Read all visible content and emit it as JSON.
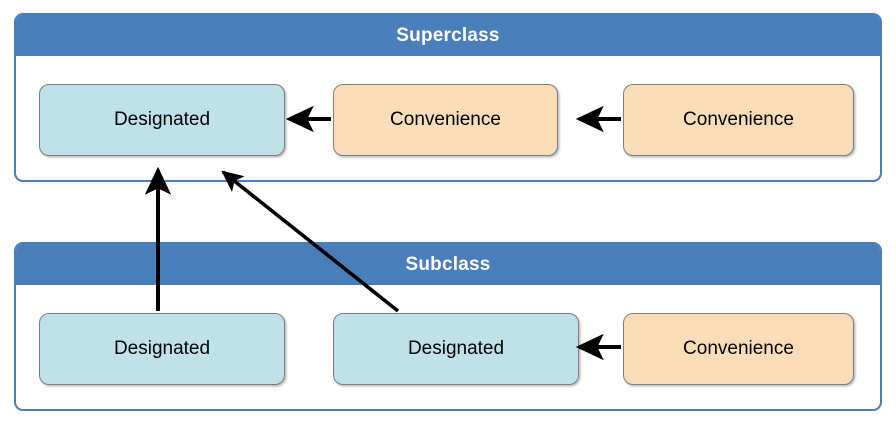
{
  "diagram": {
    "title_visible": false,
    "background_color": "#ffffff",
    "panel_border_color": "#4a7ebb",
    "header_fill_color": "#4a7ebb",
    "header_text_color": "#ffffff",
    "designated_fill_color": "#bfe1ea",
    "convenience_fill_color": "#fadcb9",
    "box_border_color": "#7f7f7f",
    "arrow_color": "#000000",
    "panels": [
      {
        "id": "superclass",
        "header": "Superclass",
        "boxes": [
          {
            "id": "sc-designated",
            "label": "Designated",
            "kind": "designated"
          },
          {
            "id": "sc-convenience-1",
            "label": "Convenience",
            "kind": "convenience"
          },
          {
            "id": "sc-convenience-2",
            "label": "Convenience",
            "kind": "convenience"
          }
        ]
      },
      {
        "id": "subclass",
        "header": "Subclass",
        "boxes": [
          {
            "id": "sb-designated-1",
            "label": "Designated",
            "kind": "designated"
          },
          {
            "id": "sb-designated-2",
            "label": "Designated",
            "kind": "designated"
          },
          {
            "id": "sb-convenience-1",
            "label": "Convenience",
            "kind": "convenience"
          }
        ]
      }
    ],
    "arrows": [
      {
        "id": "sc-conv1-to-sc-designated",
        "from": "sc-convenience-1",
        "to": "sc-designated",
        "direction": "left",
        "style": "straight-horizontal"
      },
      {
        "id": "sc-conv2-to-sc-conv1",
        "from": "sc-convenience-2",
        "to": "sc-convenience-1",
        "direction": "left",
        "style": "straight-horizontal"
      },
      {
        "id": "sb-conv1-to-sb-designated2",
        "from": "sb-convenience-1",
        "to": "sb-designated-2",
        "direction": "left",
        "style": "straight-horizontal"
      },
      {
        "id": "sb-designated1-to-sc-designated",
        "from": "sb-designated-1",
        "to": "sc-designated",
        "direction": "up",
        "style": "straight-vertical"
      },
      {
        "id": "sb-designated2-to-sc-designated",
        "from": "sb-designated-2",
        "to": "sc-designated",
        "direction": "up-left",
        "style": "diagonal"
      }
    ]
  }
}
